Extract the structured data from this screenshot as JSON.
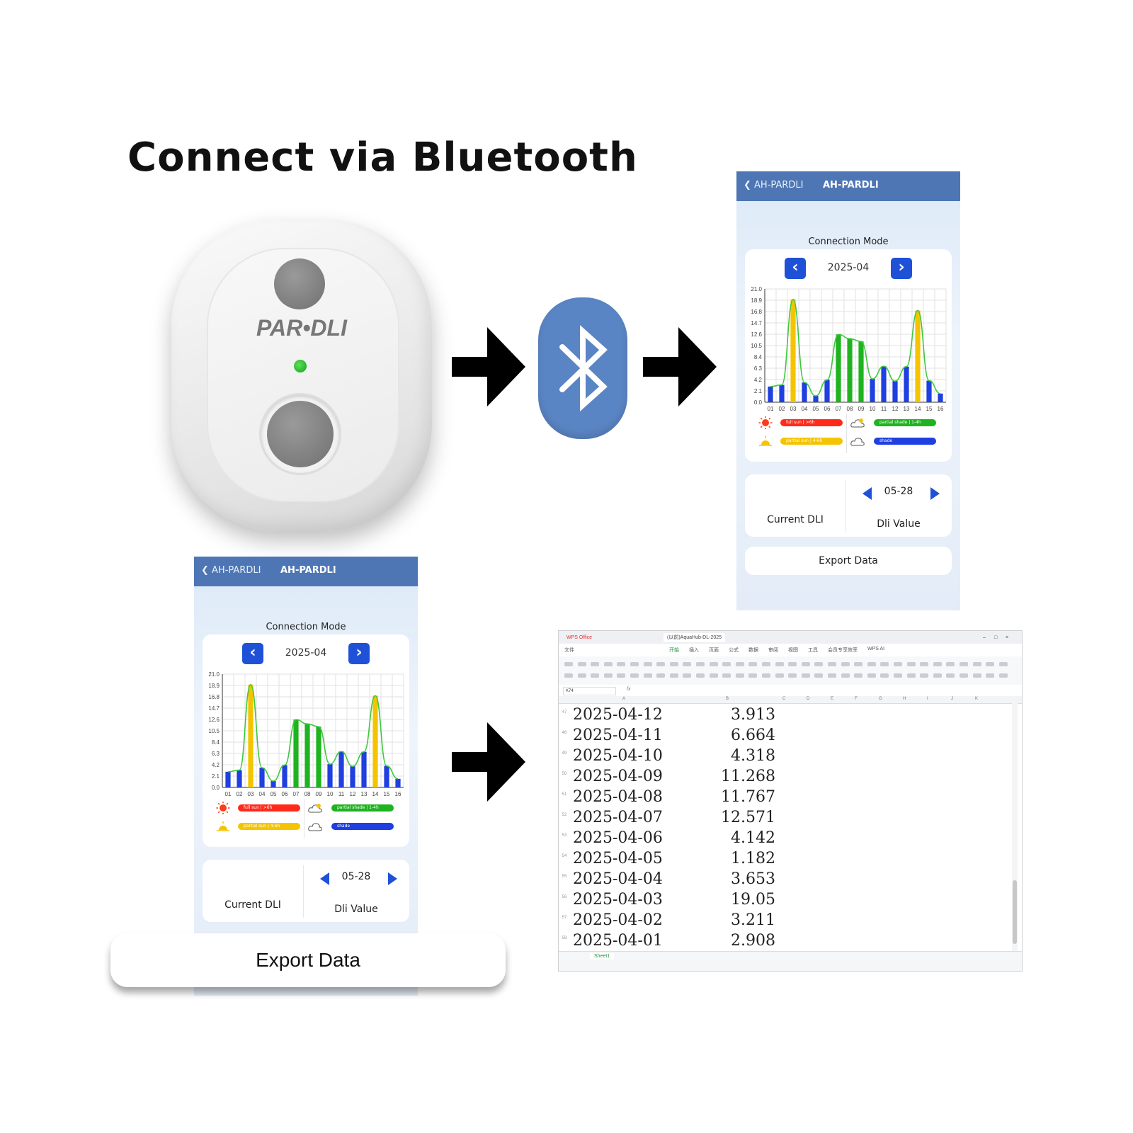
{
  "headline": "Connect via Bluetooth",
  "device": {
    "label": "PAR•DLI",
    "led_color": "#22b022"
  },
  "bluetooth_badge": {
    "icon": "bluetooth-icon",
    "color": "#5a85c4"
  },
  "arrows": {
    "icon": "right-arrow-icon",
    "color": "#000000"
  },
  "colors": {
    "full_sun": "#ff2a1a",
    "partial_sun": "#f5c400",
    "partial_shade": "#1fb31f",
    "shade": "#1f3fe0",
    "header": "#4f76b4",
    "nav_button": "#1f51d8"
  },
  "phone": {
    "back_label": "AH-PARDLI",
    "title": "AH-PARDLI",
    "connection_mode": "Connection Mode",
    "month": "2025-04",
    "legend": [
      {
        "icon": "sun-icon",
        "label": "full sun | >6h",
        "color": "#ff2a1a"
      },
      {
        "icon": "partly-cloudy-icon",
        "label": "partial shade | 1-4h",
        "color": "#1fb31f"
      },
      {
        "icon": "sunrise-icon",
        "label": "partial sun | 4-6h",
        "color": "#f5c400"
      },
      {
        "icon": "cloud-icon",
        "label": "shade",
        "color": "#1f3fe0"
      }
    ],
    "dli_date": "05-28",
    "current_dli_label": "Current DLI",
    "dli_value_label": "Dli Value",
    "export_label": "Export Data"
  },
  "chart_data": {
    "type": "bar",
    "categories": [
      "01",
      "02",
      "03",
      "04",
      "05",
      "06",
      "07",
      "08",
      "09",
      "10",
      "11",
      "12",
      "13",
      "14",
      "15",
      "16"
    ],
    "values": [
      2.908,
      3.211,
      19.05,
      3.653,
      1.182,
      4.142,
      12.571,
      11.767,
      11.268,
      4.318,
      6.664,
      3.913,
      6.6,
      17.0,
      4.0,
      1.6
    ],
    "bar_colors": [
      "#1f3fe0",
      "#1f3fe0",
      "#f5c400",
      "#1f3fe0",
      "#1f3fe0",
      "#1f3fe0",
      "#1fb31f",
      "#1fb31f",
      "#1fb31f",
      "#1f3fe0",
      "#1f3fe0",
      "#1f3fe0",
      "#1f3fe0",
      "#f5c400",
      "#1f3fe0",
      "#1f3fe0"
    ],
    "ylim": [
      0,
      21.0
    ],
    "yticks": [
      "0.0",
      "2.1",
      "4.2",
      "6.3",
      "8.4",
      "10.5",
      "12.6",
      "14.7",
      "16.8",
      "18.9",
      "21.0"
    ],
    "line_color": "#3ec83e",
    "grid": true
  },
  "spreadsheet": {
    "tabs": [
      "WPS Office",
      "(以前)AquaHub-DL-2025"
    ],
    "menu": [
      "文件",
      "开始",
      "插入",
      "页面",
      "公式",
      "数据",
      "审阅",
      "视图",
      "工具",
      "会员专享",
      "效率",
      "WPS AI"
    ],
    "name_box": "K74",
    "fx": "fx",
    "columns": [
      "A",
      "B",
      "C",
      "D",
      "E",
      "F",
      "G",
      "H",
      "I",
      "J",
      "K"
    ],
    "rows": [
      {
        "num": "47",
        "date": "2025-04-12",
        "value": "3.913"
      },
      {
        "num": "48",
        "date": "2025-04-11",
        "value": "6.664"
      },
      {
        "num": "49",
        "date": "2025-04-10",
        "value": "4.318"
      },
      {
        "num": "50",
        "date": "2025-04-09",
        "value": "11.268"
      },
      {
        "num": "51",
        "date": "2025-04-08",
        "value": "11.767"
      },
      {
        "num": "52",
        "date": "2025-04-07",
        "value": "12.571"
      },
      {
        "num": "53",
        "date": "2025-04-06",
        "value": "4.142"
      },
      {
        "num": "54",
        "date": "2025-04-05",
        "value": "1.182"
      },
      {
        "num": "55",
        "date": "2025-04-04",
        "value": "3.653"
      },
      {
        "num": "56",
        "date": "2025-04-03",
        "value": "19.05"
      },
      {
        "num": "57",
        "date": "2025-04-02",
        "value": "3.211"
      },
      {
        "num": "58",
        "date": "2025-04-01",
        "value": "2.908"
      }
    ],
    "sheet_name": "Sheet1"
  }
}
